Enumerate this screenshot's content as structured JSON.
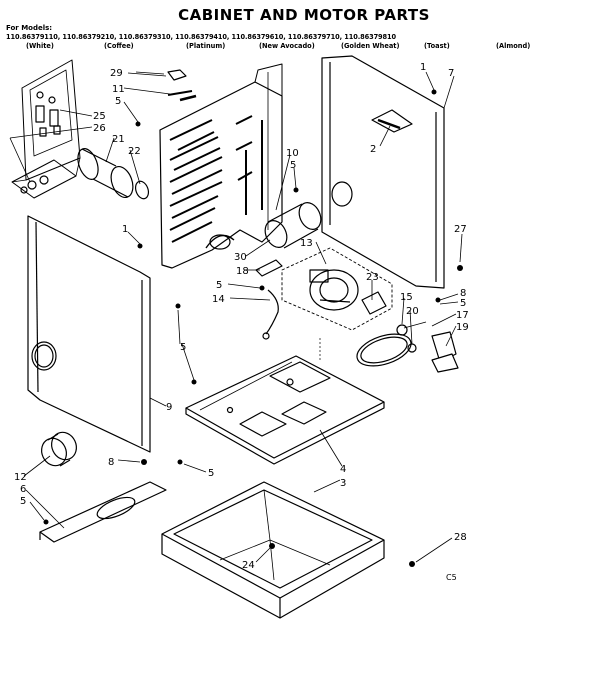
{
  "header": {
    "title": "CABINET AND MOTOR PARTS",
    "models_label": "For Models:",
    "model_numbers": "110.86379110, 110.86379210, 110.86379310, 110.86379410, 110.86379610, 110.86379710, 110.86379810",
    "colors": [
      "(White)",
      "(Coffee)",
      "(Platinum)",
      "(New Avocado)",
      "(Golden Wheat)",
      "(Toast)",
      "(Almond)"
    ]
  },
  "callouts": [
    "29",
    "11",
    "5",
    "25",
    "26",
    "21",
    "22",
    "10",
    "5",
    "1",
    "7",
    "2",
    "27",
    "13",
    "23",
    "18",
    "30",
    "5",
    "14",
    "15",
    "20",
    "8",
    "5",
    "17",
    "19",
    "1",
    "5",
    "9",
    "4",
    "3",
    "8",
    "5",
    "12",
    "6",
    "5",
    "28",
    "24"
  ],
  "drawing_code": "C5"
}
